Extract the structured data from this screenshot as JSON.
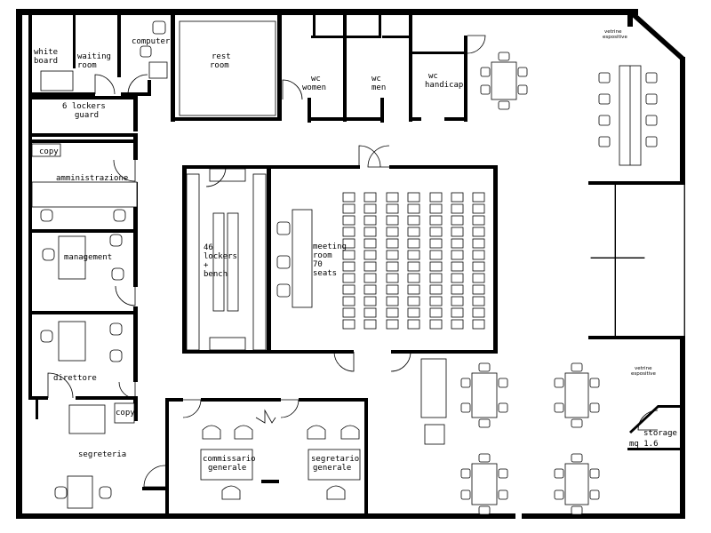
{
  "plan": {
    "background": "#ffffff",
    "line_color": "#000000",
    "rooms": {
      "white_board": "white board",
      "waiting_room": "waiting room",
      "computer": "computer",
      "rest_room": "rest room",
      "wc_women": "wc women",
      "wc_men": "wc men",
      "wc_handicap": "wc handicap",
      "lockers_guard": "6 lockers guard",
      "copy_top": "copy",
      "amministrazione": "amministrazione",
      "management": "management",
      "direttore": "direttore",
      "copy_bottom": "copy",
      "segreteria": "segreteria",
      "commissario": "commissario generale",
      "segretario": "segretario generale",
      "lockers_46": "46 lockers + bench",
      "meeting_room": "meeting room 70 seats",
      "vetrine_top": "vetrine espositive",
      "vetrine_right": "vetrine espositive",
      "storage": "storage mq 1.6"
    }
  }
}
